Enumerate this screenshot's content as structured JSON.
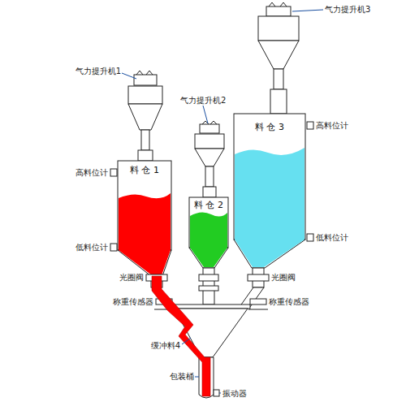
{
  "diagram": {
    "nodes": [
      {
        "text": [
          "料 仓 1"
        ]
      },
      {
        "text": [
          "料 仓 2"
        ]
      },
      {
        "text": [
          "料 仓 3"
        ]
      }
    ],
    "labels": [
      "气力提升机3",
      "气力提升机1",
      "气力提升机2",
      "高料位计",
      "高料位计",
      "低料位计",
      "低料位计",
      "光圈阀",
      "光圈阀",
      "称重传感器",
      "称重传感器",
      "缓冲料4",
      "包装桶",
      "振动器"
    ]
  }
}
